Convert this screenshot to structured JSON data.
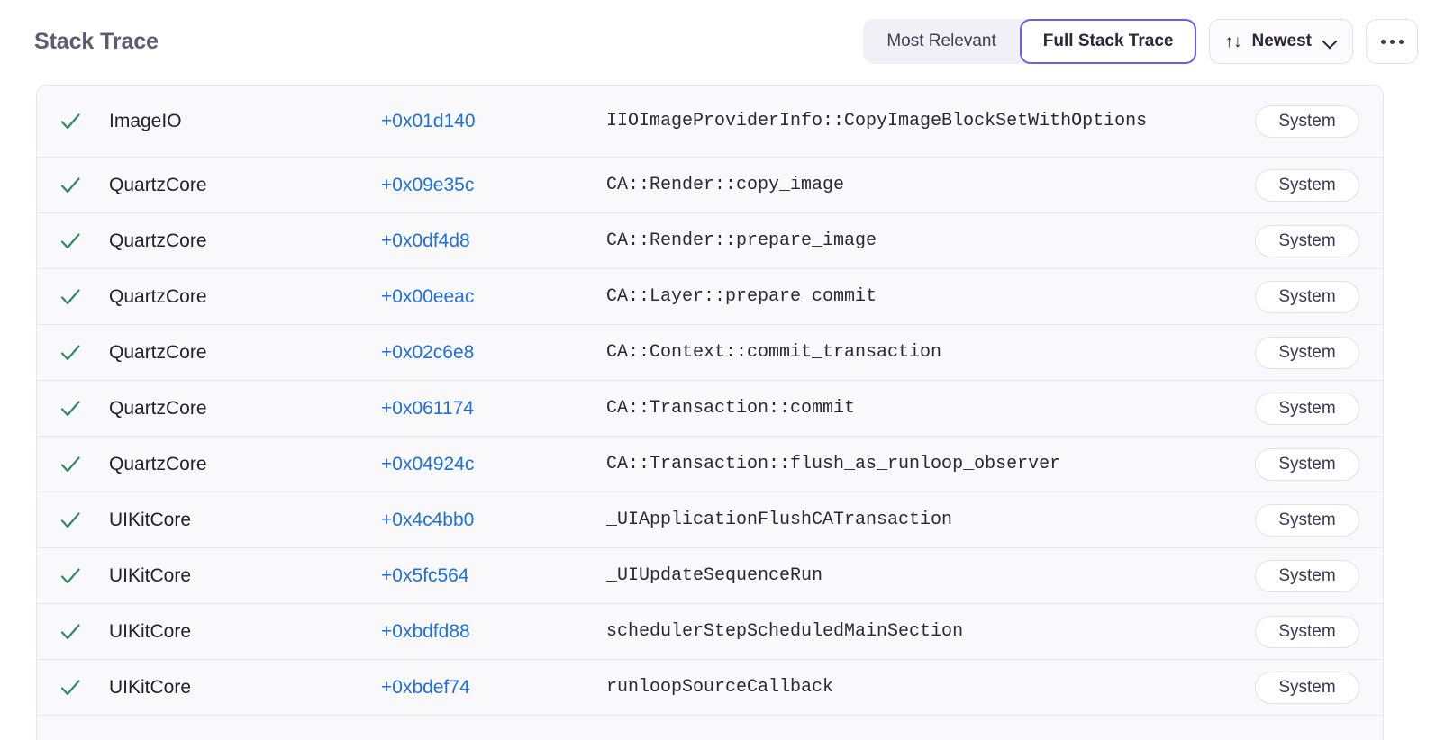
{
  "header": {
    "title": "Stack Trace",
    "segmented": {
      "options": [
        {
          "label": "Most Relevant",
          "selected": false
        },
        {
          "label": "Full Stack Trace",
          "selected": true
        }
      ]
    },
    "sort": {
      "icon": "sort-arrows-icon",
      "glyph": "↑↓",
      "label": "Newest"
    },
    "more_label": "···"
  },
  "colors": {
    "accent_purple": "#6c5ce7",
    "link_blue": "#1f6fe0",
    "check_green": "#2f8a62",
    "panel_bg": "#f9f9fb",
    "row_divider": "#e7e5ef",
    "title_gray": "#5f5b73"
  },
  "columns": [
    "status",
    "module",
    "address",
    "symbol",
    "source"
  ],
  "frames": [
    {
      "checked": true,
      "module": "ImageIO",
      "address": "+0x01d140",
      "symbol": "IIOImageProviderInfo::CopyImageBlockSetWithOptions",
      "badge": "System",
      "tall": true
    },
    {
      "checked": true,
      "module": "QuartzCore",
      "address": "+0x09e35c",
      "symbol": "CA::Render::copy_image",
      "badge": "System",
      "tall": false
    },
    {
      "checked": true,
      "module": "QuartzCore",
      "address": "+0x0df4d8",
      "symbol": "CA::Render::prepare_image",
      "badge": "System",
      "tall": false
    },
    {
      "checked": true,
      "module": "QuartzCore",
      "address": "+0x00eeac",
      "symbol": "CA::Layer::prepare_commit",
      "badge": "System",
      "tall": false
    },
    {
      "checked": true,
      "module": "QuartzCore",
      "address": "+0x02c6e8",
      "symbol": "CA::Context::commit_transaction",
      "badge": "System",
      "tall": false
    },
    {
      "checked": true,
      "module": "QuartzCore",
      "address": "+0x061174",
      "symbol": "CA::Transaction::commit",
      "badge": "System",
      "tall": false
    },
    {
      "checked": true,
      "module": "QuartzCore",
      "address": "+0x04924c",
      "symbol": "CA::Transaction::flush_as_runloop_observer",
      "badge": "System",
      "tall": false
    },
    {
      "checked": true,
      "module": "UIKitCore",
      "address": "+0x4c4bb0",
      "symbol": "_UIApplicationFlushCATransaction",
      "badge": "System",
      "tall": false
    },
    {
      "checked": true,
      "module": "UIKitCore",
      "address": "+0x5fc564",
      "symbol": "_UIUpdateSequenceRun",
      "badge": "System",
      "tall": false
    },
    {
      "checked": true,
      "module": "UIKitCore",
      "address": "+0xbdfd88",
      "symbol": "schedulerStepScheduledMainSection",
      "badge": "System",
      "tall": false
    },
    {
      "checked": true,
      "module": "UIKitCore",
      "address": "+0xbdef74",
      "symbol": "runloopSourceCallback",
      "badge": "System",
      "tall": false
    }
  ]
}
